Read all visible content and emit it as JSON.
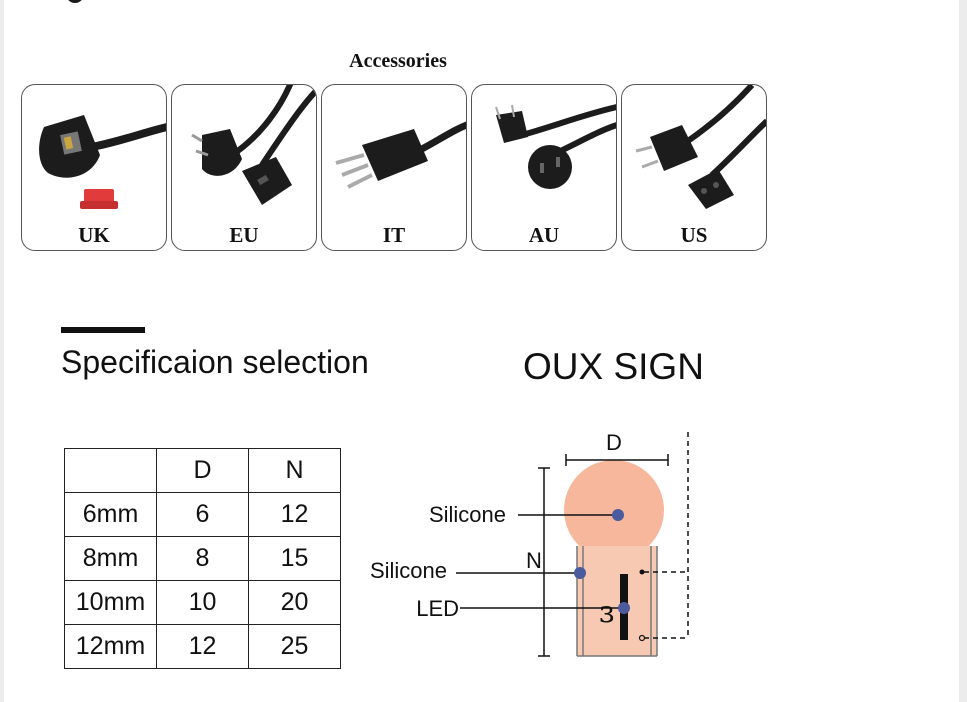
{
  "accessories": {
    "title": "Accessories",
    "plugs": [
      {
        "label": "UK"
      },
      {
        "label": "EU"
      },
      {
        "label": "IT"
      },
      {
        "label": "AU"
      },
      {
        "label": "US"
      }
    ]
  },
  "specification": {
    "heading": "Specificaion selection",
    "brand": "OUX SIGN",
    "table": {
      "headers": [
        "",
        "D",
        "N"
      ],
      "rows": [
        [
          "6mm",
          "6",
          "12"
        ],
        [
          "8mm",
          "8",
          "15"
        ],
        [
          "10mm",
          "10",
          "20"
        ],
        [
          "12mm",
          "12",
          "25"
        ]
      ]
    }
  },
  "diagram": {
    "dimension_d": "D",
    "dimension_n": "N",
    "label_silicone_top": "Silicone",
    "label_silicone_side": "Silicone",
    "label_led": "LED"
  },
  "colors": {
    "neon_body": "#f8c9b2",
    "neon_head": "#f6b79c",
    "marker_dot": "#4a5b9e",
    "plug_black": "#1c1c1c",
    "uk_fuse_red": "#e23b3b"
  }
}
